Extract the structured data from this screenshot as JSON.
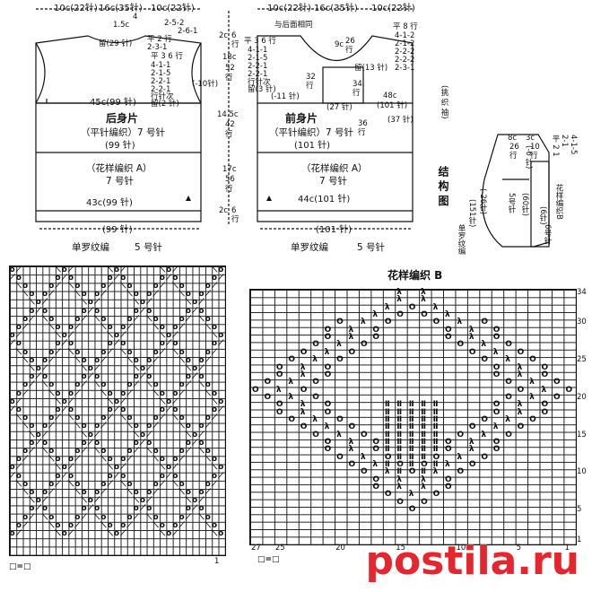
{
  "back_piece": {
    "title": "后身片",
    "subtitle": "（平针编织）7 号针",
    "width_top_left": "10c(22针)",
    "width_top_mid": "16c(35针)",
    "width_top_right": "10c(22针)",
    "neck_note_1": "1.5c",
    "neck_note_2": "4",
    "neck_rows": "2-5-2",
    "neck_rows_b": "2-6-1",
    "neck_center": "留(29 针)",
    "shoulder_flat": "平 2 行",
    "shoulder_rows_1": "2-3-1",
    "armhole_lines": [
      "平 3 6 行",
      "4-1-1",
      "2-1-5",
      "2-2-1",
      "2-2-1",
      "行针次",
      "留(2 针)"
    ],
    "armhole_reduce": "(-10针)",
    "chest": "45c(99 针)",
    "chest_stitches": "(99 针)",
    "pattern_label": "（花样编织 A）",
    "pattern_needle": "7 号针",
    "hem": "43c(99 针)",
    "hem_stitches": "(99 针)",
    "rib": "单罗纹编",
    "rib_needle": "5 号针"
  },
  "side_dims": {
    "top_a": "2c",
    "top_b": "6",
    "top_c": "行",
    "arm_a": "18c",
    "arm_b": "52",
    "arm_c": "行",
    "mid_a": "14.5c",
    "mid_b": "42",
    "mid_c": "行",
    "low_a": "17c",
    "low_b": "56",
    "low_c": "行",
    "bot_a": "2c",
    "bot_b": "6",
    "bot_c": "行"
  },
  "front_piece": {
    "title": "前身片",
    "subtitle": "（平针编织）7 号针",
    "width_top_left": "10c(22针)",
    "width_top_mid": "16c(35针)",
    "width_top_right": "10c(22针)",
    "neck_same": "与后面相同",
    "neck_depth_a": "9c",
    "neck_depth_b": "26",
    "neck_depth_c": "行",
    "shoulder_lines": [
      "平 3 6 行",
      "4-1-1",
      "2-1-5",
      "2-2-1",
      "2-2-1",
      "行针次",
      "留(3 针)"
    ],
    "armhole_reduce": "(-11 针)",
    "inner_a": "32",
    "inner_b": "行",
    "inner_box_a": "34",
    "inner_box_b": "行",
    "center_keep": "留(13 针)",
    "right_lines": [
      "平 8 行",
      "4-1-2",
      "2-1-2",
      "2-2-2",
      "2-2-2",
      "2-3-1"
    ],
    "bottom_1": "(27 针)",
    "bottom_2": "48c",
    "bottom_3": "(101 针)",
    "bottom_4": "(37 针)",
    "side_36": "36",
    "side_36b": "行",
    "chest_stitches": "(101 针)",
    "pattern_label": "（花样编织 A）",
    "pattern_needle": "7 号针",
    "hem": "44c(101 针)",
    "hem_stitches": "(101 针)",
    "rib": "单罗纹编",
    "rib_needle": "5 号针"
  },
  "side_notes": {
    "collar_label": "(挑  织  袖)",
    "finish_label": "结  构  图",
    "detail_a": "3c",
    "detail_b": "10",
    "detail_c": "行",
    "detail_d": "8c",
    "detail_e": "26",
    "detail_f": "行",
    "detail_rows": [
      "平 2 1",
      "2-1",
      "4-1-5"
    ],
    "pattern_b_side": "花样编织B",
    "arm_codes": [
      "(151针)",
      "(-26针)",
      "(60针)",
      "(-6 针)",
      "(6针)"
    ],
    "single_rib": "单罗纹编",
    "needle_5": "5号针",
    "knit_6": "6号针"
  },
  "chart_a": {
    "legend": "□=□",
    "col_marks": [
      "1"
    ]
  },
  "chart_b": {
    "title": "花样编织 B",
    "row_numbers": [
      "34",
      "30",
      "25",
      "20",
      "15",
      "10",
      "5",
      "1"
    ],
    "col_numbers": [
      "27",
      "25",
      "20",
      "15",
      "10",
      "5",
      "1"
    ],
    "legend": "□=□"
  },
  "watermark": "postila.ru",
  "colors": {
    "ink": "#111111",
    "watermark": "#e6262e"
  }
}
